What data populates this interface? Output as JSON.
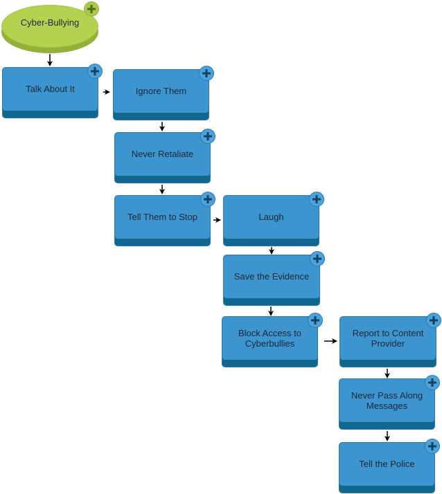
{
  "diagram": {
    "root": {
      "id": "root",
      "label": "Cyber-Bullying"
    },
    "nodes": [
      {
        "id": "n1",
        "label": "Talk About It"
      },
      {
        "id": "n2",
        "label": "Ignore Them"
      },
      {
        "id": "n3",
        "label": "Never Retaliate"
      },
      {
        "id": "n4",
        "label": "Tell Them to Stop"
      },
      {
        "id": "n5",
        "label": "Laugh"
      },
      {
        "id": "n6",
        "label": "Save the Evidence"
      },
      {
        "id": "n7",
        "label": "Block Access to Cyberbullies"
      },
      {
        "id": "n8",
        "label": "Report to Content Provider"
      },
      {
        "id": "n9",
        "label": "Never Pass Along Messages"
      },
      {
        "id": "n10",
        "label": "Tell the Police"
      }
    ],
    "edges": [
      {
        "from": "root",
        "to": "n1"
      },
      {
        "from": "n1",
        "to": "n2"
      },
      {
        "from": "n2",
        "to": "n3"
      },
      {
        "from": "n3",
        "to": "n4"
      },
      {
        "from": "n4",
        "to": "n5"
      },
      {
        "from": "n5",
        "to": "n6"
      },
      {
        "from": "n6",
        "to": "n7"
      },
      {
        "from": "n7",
        "to": "n8"
      },
      {
        "from": "n8",
        "to": "n9"
      },
      {
        "from": "n9",
        "to": "n10"
      }
    ],
    "add_icon": "plus-icon",
    "colors": {
      "node_fill": "#3d95d0",
      "node_shadow": "#12678f",
      "root_fill": "#b5d150",
      "root_shadow": "#93b138",
      "arrow": "#000000"
    }
  }
}
